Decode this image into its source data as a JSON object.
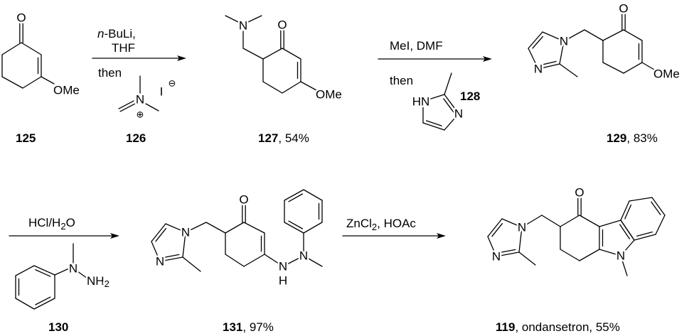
{
  "atoms": {
    "O": "O",
    "N": "N",
    "OMe": "OMe",
    "HN": "HN",
    "H": "H",
    "NH": "NH",
    "sub2": "2",
    "I": "I",
    "minus": "⊖",
    "plus": "⊕"
  },
  "compounds": {
    "c125": {
      "number": "125"
    },
    "c126": {
      "number": "126"
    },
    "c127": {
      "number": "127",
      "yield": ", 54%"
    },
    "c128": {
      "number": "128"
    },
    "c129": {
      "number": "129",
      "yield": ", 83%"
    },
    "c130": {
      "number": "130"
    },
    "c131": {
      "number": "131",
      "yield": ", 97%"
    },
    "c119": {
      "number": "119",
      "yield": ", ondansetron, 55%"
    }
  },
  "steps": {
    "step1": {
      "prefix": "n",
      "reagent": "-BuLi,",
      "solvent": "THF",
      "then": "then"
    },
    "step2": {
      "reagent": "MeI, DMF",
      "then": "then"
    },
    "step3": {
      "reagent_a": "HCl/H",
      "reagent_sub": "2",
      "reagent_b": "O"
    },
    "step4": {
      "reagent_a": "ZnCl",
      "reagent_sub": "2",
      "reagent_b": ", HOAc"
    }
  }
}
